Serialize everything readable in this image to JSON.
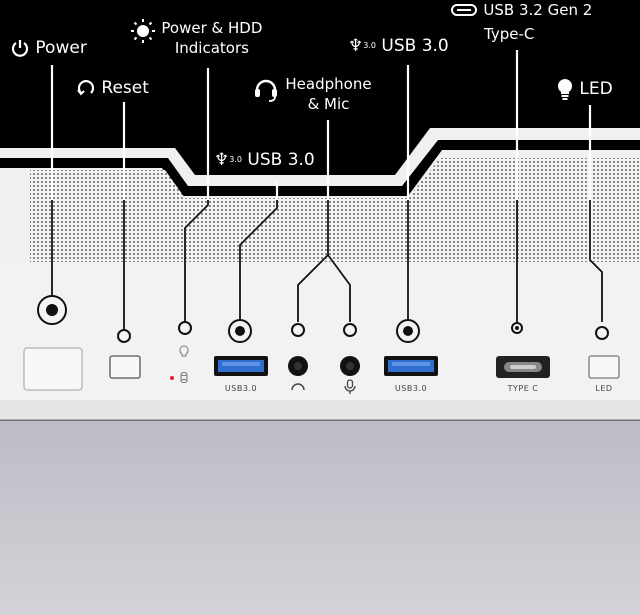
{
  "labels": {
    "power": "Power",
    "reset": "Reset",
    "indicators_line1": "Power & HDD",
    "indicators_line2": "Indicators",
    "usb_left": "USB 3.0",
    "headphone_line1": "Headphone",
    "headphone_line2": "& Mic",
    "usb_right": "USB 3.0",
    "typec_line1": "USB 3.2 Gen 2",
    "typec_line2": "Type-C",
    "led": "LED"
  },
  "port_labels": {
    "usb_left": "USB3.0",
    "usb_right": "USB3.0",
    "typec": "TYPE C",
    "led": "LED"
  },
  "usb_sub": "3.0",
  "colors": {
    "background_top": "#000000",
    "panel": "#f0f0f0",
    "usb_blue": "#2f6fd0",
    "indicator_red": "#e02020",
    "lower_body": "#c9c7cf"
  }
}
